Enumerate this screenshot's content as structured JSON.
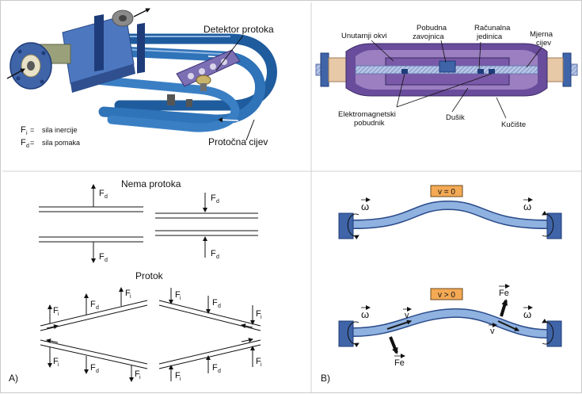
{
  "top_left": {
    "detector_label": "Detektor protoka",
    "tube_label": "Protočna cijev",
    "legend": [
      {
        "symbol": "F",
        "sub": "i",
        "eq": "=",
        "text": "sila inercije"
      },
      {
        "symbol": "F",
        "sub": "d",
        "eq": "=",
        "text": "sila pomaka"
      }
    ]
  },
  "top_right": {
    "labels": {
      "inner_frame": "Unutarnji okvi",
      "exciting_coil_1": "Pobudna",
      "exciting_coil_2": "zavojnica",
      "computing_unit_1": "Računalna",
      "computing_unit_2": "jedinica",
      "measuring_tube_1": "Mjerna",
      "measuring_tube_2": "cijev",
      "em_exciter_1": "Elektromagnetski",
      "em_exciter_2": "pobudnik",
      "nitrogen": "Dušik",
      "housing": "Kučište"
    }
  },
  "bottom_left": {
    "no_flow_label": "Nema protoka",
    "flow_label": "Protok",
    "force_symbol": "F",
    "sub_d": "d",
    "sub_i": "i",
    "panel_letter": "A)"
  },
  "bottom_right": {
    "state_zero": "v = 0",
    "state_positive": "v > 0",
    "omega": "ω",
    "v_symbol": "v",
    "fe_label": "Fe",
    "panel_letter": "B)"
  },
  "colors": {
    "tube_blue": "#2f73b8",
    "tube_light": "#7fa8d8",
    "flange_blue": "#3f64a8",
    "housing_purple": "#6a4c9c",
    "inner_purple": "#9b7fc0",
    "tag_fill": "#f4a955",
    "ink": "#111111"
  }
}
